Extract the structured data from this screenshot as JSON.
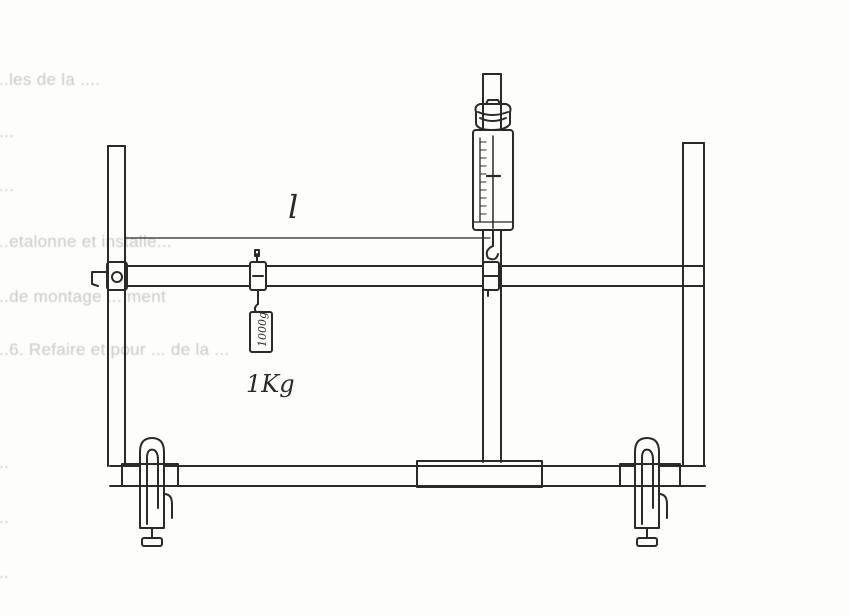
{
  "bleed_through_lines": [
    "...les de la ....",
    "....",
    "....",
    "...etalonne et installe...",
    "...de montage ... ment",
    "...6. Refaire et pour ... de la ...",
    "...",
    "...",
    "..."
  ],
  "labels": {
    "length": "l",
    "mass_tag": "1000g",
    "mass": "1Kg"
  },
  "colors": {
    "ink": "#2a2a2a",
    "paper": "#fdfdfc",
    "bleed": "#c9c9c9"
  }
}
